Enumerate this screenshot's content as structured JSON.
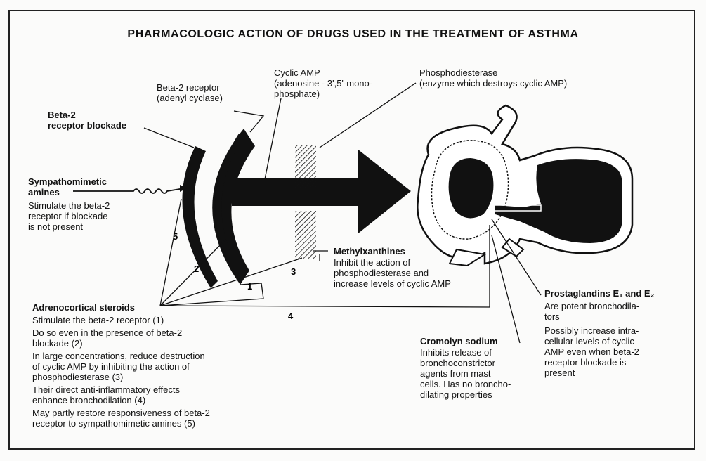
{
  "title": "PHARMACOLOGIC ACTION OF DRUGS USED IN THE TREATMENT OF ASTHMA",
  "labels": {
    "beta2_blockade": [
      "Beta-2",
      "receptor blockade"
    ],
    "beta2_receptor": [
      "Beta-2 receptor",
      "(adenyl cyclase)"
    ],
    "cyclic_amp": [
      "Cyclic AMP",
      "(adenosine - 3',5'-mono-",
      "phosphate)"
    ],
    "phosphodiesterase": [
      "Phosphodiesterase",
      "(enzyme which destroys cyclic AMP)"
    ],
    "symp_title": [
      "Sympathomimetic",
      "amines"
    ],
    "symp_desc": [
      "Stimulate the beta-2",
      "receptor if blockade",
      "is not present"
    ],
    "methyl_title": "Methylxanthines",
    "methyl_desc": [
      "Inhibit the action of",
      "phosphodiesterase and",
      "increase levels of cyclic AMP"
    ],
    "prosta_title": "Prostaglandins E₁ and E₂",
    "prosta_desc1": [
      "Are potent bronchodila-",
      "tors"
    ],
    "prosta_desc2": [
      "Possibly increase intra-",
      "cellular levels of cyclic",
      "AMP even when beta-2",
      "receptor blockade is",
      "present"
    ],
    "cromolyn_title": "Cromolyn sodium",
    "cromolyn_desc": [
      "Inhibits release of",
      "bronchoconstrictor",
      "agents from mast",
      "cells. Has no broncho-",
      "dilating properties"
    ],
    "adreno_title": "Adrenocortical steroids",
    "adreno_items": [
      [
        "Stimulate the beta-2 receptor (1)"
      ],
      [
        "Do so even in the presence of beta-2",
        "blockade (2)"
      ],
      [
        "In large concentrations, reduce destruction",
        "of cyclic AMP by inhibiting the action of",
        "phosphodiesterase (3)"
      ],
      [
        "Their direct anti-inflammatory effects",
        "enhance bronchodilation (4)"
      ],
      [
        "May partly restore responsiveness of beta-2",
        "receptor to sympathomimetic amines (5)"
      ]
    ]
  },
  "numbers": [
    "1",
    "2",
    "3",
    "4",
    "5"
  ],
  "colors": {
    "ink": "#111111",
    "paper": "#fbfbfa"
  }
}
